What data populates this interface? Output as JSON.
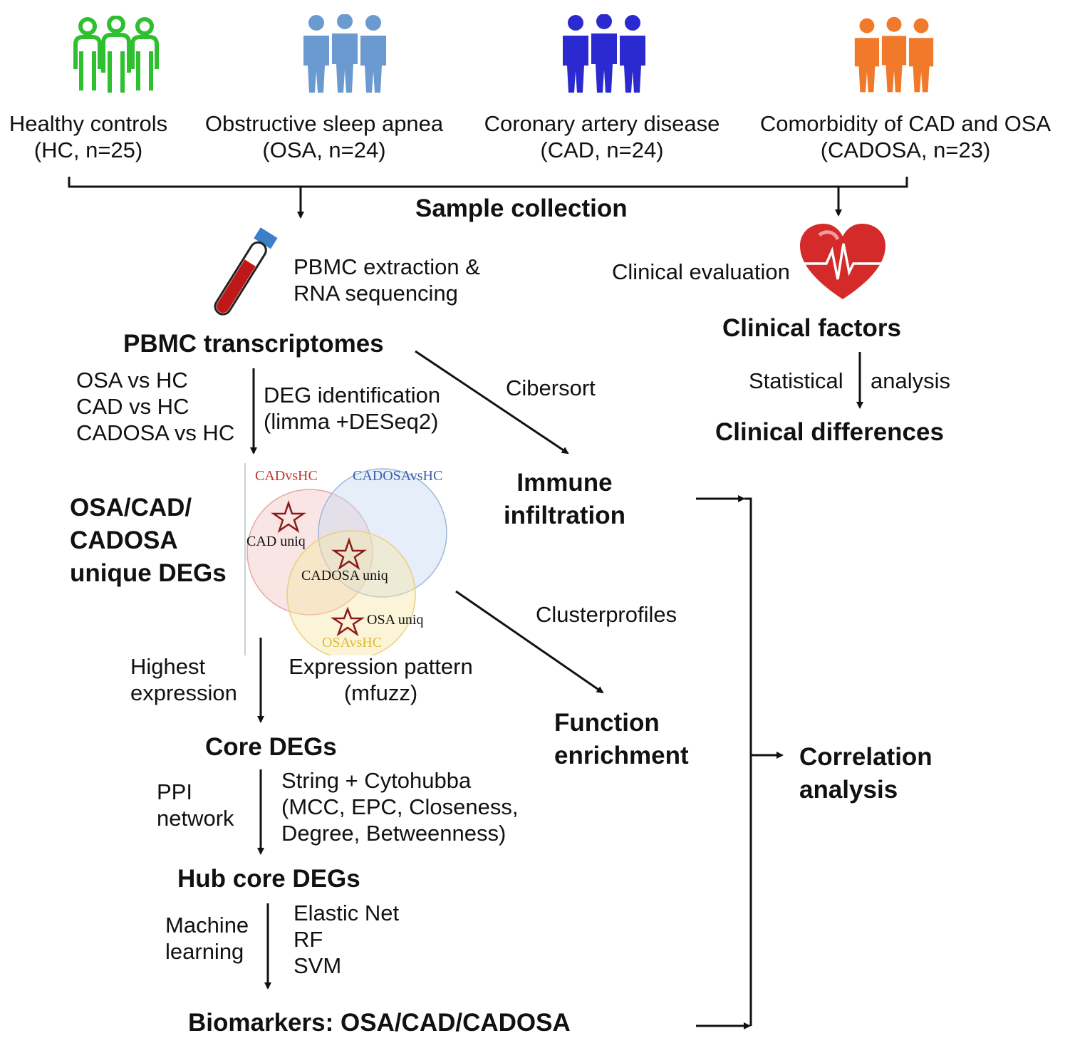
{
  "groups": [
    {
      "name": "Healthy controls",
      "detail": "(HC, n=25)",
      "color": "#2fc02f",
      "icon": "people-outline-icon"
    },
    {
      "name": "Obstructive sleep apnea",
      "detail": "(OSA, n=24)",
      "color": "#6a9ad0",
      "icon": "people-solid-icon"
    },
    {
      "name": "Coronary artery disease",
      "detail": "(CAD, n=24)",
      "color": "#2a2ad0",
      "icon": "people-solid-icon"
    },
    {
      "name": "Comorbidity of CAD and OSA",
      "detail": "(CADOSA, n=23)",
      "color": "#f07a2a",
      "icon": "people-solid-icon"
    }
  ],
  "flow": {
    "sample_collection": "Sample collection",
    "pbmc_extraction": "PBMC extraction &\nRNA sequencing",
    "pbmc_transcriptomes": "PBMC transcriptomes",
    "comparisons": "OSA vs HC\nCAD vs HC\nCADOSA vs HC",
    "deg_identification": "DEG identification\n(limma +DESeq2)",
    "cibersort": "Cibersort",
    "immune_infiltration": "Immune\ninfiltration",
    "unique_degs": "OSA/CAD/\nCADOSA\nunique DEGs",
    "clusterprofiles": "Clusterprofiles",
    "function_enrichment": "Function\nenrichment",
    "highest_expression": "Highest\nexpression",
    "expression_pattern": "Expression pattern\n(mfuzz)",
    "core_degs": "Core DEGs",
    "ppi_network": "PPI\nnetwork",
    "string_cytohubba": "String + Cytohubba\n(MCC, EPC, Closeness,\nDegree, Betweenness)",
    "hub_core_degs": "Hub core DEGs",
    "machine_learning": "Machine\nlearning",
    "ml_methods": "Elastic Net\nRF\nSVM",
    "biomarkers": "Biomarkers: OSA/CAD/CADOSA",
    "clinical_evaluation": "Clinical evaluation",
    "clinical_factors": "Clinical factors",
    "statistical": "Statistical",
    "analysis": "analysis",
    "clinical_differences": "Clinical differences",
    "correlation_analysis": "Correlation\nanalysis"
  },
  "venn": {
    "cad_label": "CADvsHC",
    "cadosa_label": "CADOSAvsHC",
    "osa_label": "OSAvsHC",
    "cad_uniq": "CAD uniq",
    "cadosa_uniq": "CADOSA uniq",
    "osa_uniq": "OSA  uniq",
    "colors": {
      "cad": "#c0392b",
      "cadosa": "#3a5fb0",
      "osa": "#e0b830",
      "star": "#8b1a1a"
    }
  },
  "colors": {
    "tube_cap": "#3a7fc8",
    "tube_blood": "#c01818",
    "heart": "#d42a2a"
  }
}
